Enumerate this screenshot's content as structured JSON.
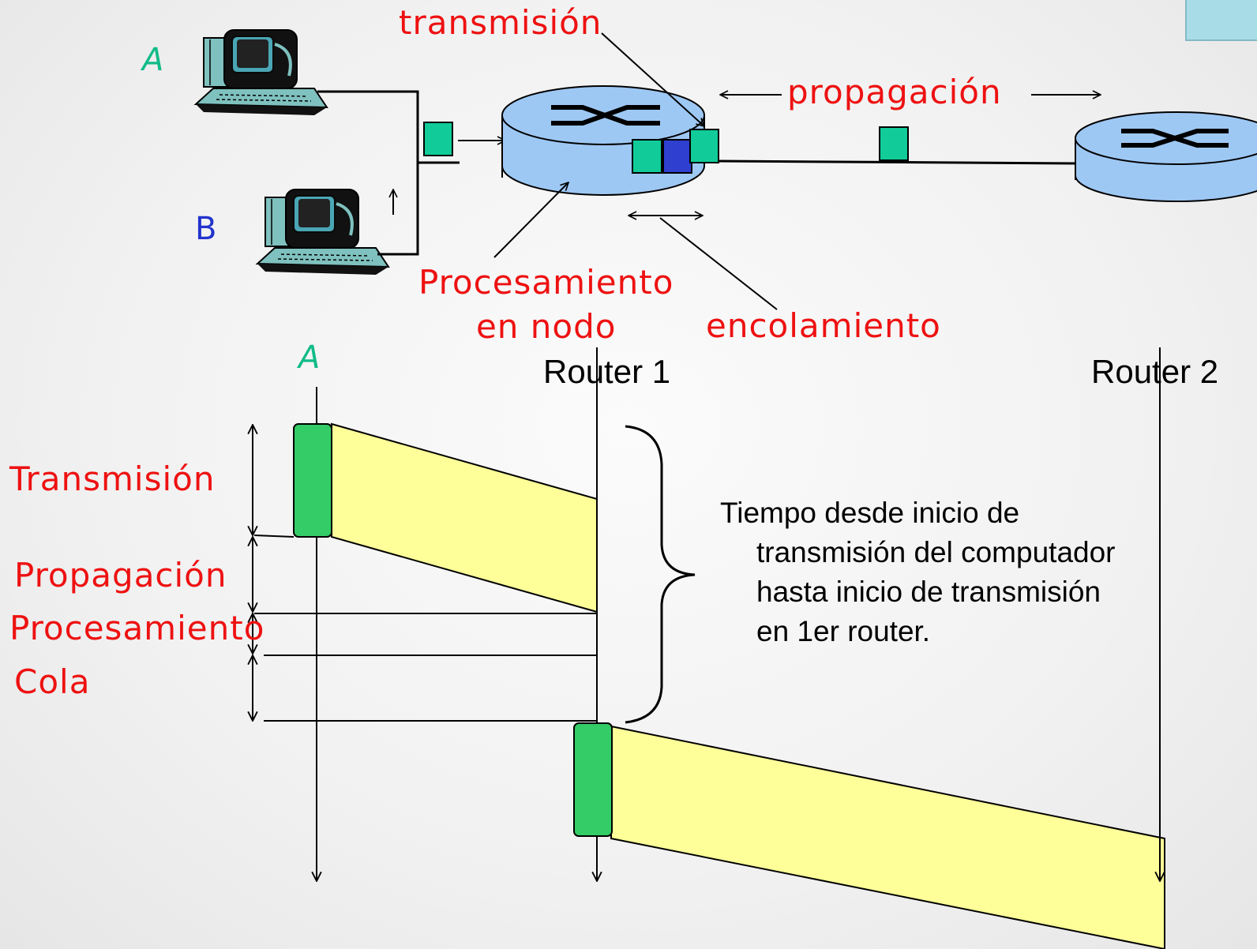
{
  "top": {
    "host_a": "A",
    "host_b": "B",
    "transmision": "transmisión",
    "propagacion": "propagación",
    "procesamiento": [
      "Procesamiento",
      "en nodo"
    ],
    "encolamiento": "encolamiento"
  },
  "timeline": {
    "col_a": "A",
    "router1": "Router 1",
    "router2": "Router 2",
    "phases": [
      "Transmisión",
      "Propagación",
      "Procesamiento",
      "Cola"
    ],
    "note": [
      "Tiempo desde inicio de",
      "transmisión del computador",
      "hasta inicio de transmisión",
      "en 1er router."
    ]
  },
  "colors": {
    "label_red": "#ee1111",
    "host_a": "#11bb88",
    "host_b": "#2233cc",
    "packet_teal": "#11cc99",
    "packet_blue": "#2f3fd0",
    "packet_green": "#33cc66",
    "band_yellow": "#ffff99",
    "router_fill": "#9ec8f4",
    "corner_box": "#a8dce6"
  },
  "icons": [
    "computer-icon",
    "router-icon",
    "packet-icon"
  ]
}
